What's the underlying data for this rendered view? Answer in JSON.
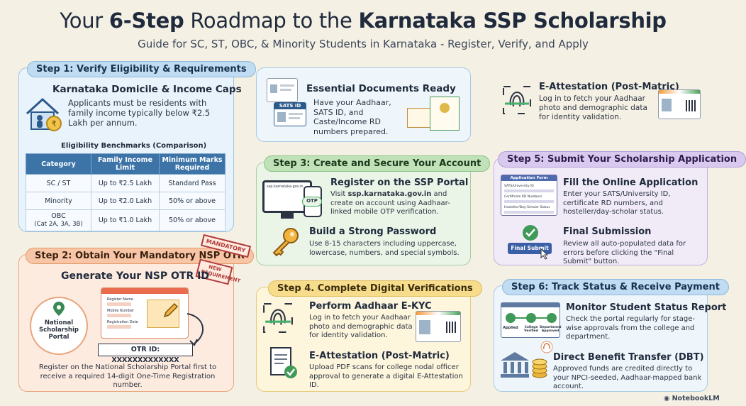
{
  "header": {
    "title_pre": "Your ",
    "title_b1": "6-Step",
    "title_mid": " Roadmap to the ",
    "title_b2": "Karnataka SSP Scholarship",
    "subtitle": "Guide for SC, ST, OBC, & Minority Students in Karnataka - Register, Verify, and Apply"
  },
  "step1": {
    "pill": "Step 1: Verify Eligibility & Requirements",
    "heading": "Karnataka Domicile & Income Caps",
    "text": "Applicants must be residents with family income typically below ₹2.5 Lakh per annum.",
    "table_title": "Eligibility Benchmarks (Comparison)",
    "table_headers": [
      "Category",
      "Family Income Limit",
      "Minimum Marks Required"
    ],
    "rows": [
      {
        "category": "SC / ST",
        "income": "Up to ₹2.5 Lakh",
        "marks": "Standard Pass"
      },
      {
        "category": "Minority",
        "income": "Up to ₹2.0 Lakh",
        "marks": "50% or above"
      },
      {
        "category": "OBC",
        "category_sub": "(Cat 2A, 3A, 3B)",
        "income": "Up to ₹1.0 Lakh",
        "marks": "50% or above"
      }
    ]
  },
  "step2": {
    "pill": "Step 2: Obtain Your Mandatory NSP OTR",
    "stamp1": "MANDATORY",
    "stamp2": "NEW REQUIREMENT",
    "heading": "Generate Your NSP OTR ID",
    "portal_label": "National Scholarship Portal",
    "otr_id": "OTR ID: XXXXXXXXXXXXX",
    "form_fields": [
      "Register Name",
      "Mobile Number",
      "Registration Date"
    ],
    "text": "Register on the National Scholarship Portal first to receive a required 14-digit One-Time Registration number."
  },
  "docs": {
    "heading": "Essential Documents Ready",
    "text": "Have your Aadhaar, SATS ID, and Caste/Income RD numbers prepared.",
    "sats_label": "SATS ID"
  },
  "eatt_top": {
    "heading": "E-Attestation (Post-Matric)",
    "text": "Log in to fetch your Aadhaar photo and demographic data for identity validation."
  },
  "step3": {
    "pill": "Step 3: Create and Secure Your Account",
    "url": "ssp.karnataka.gov.in",
    "otp": "OTP",
    "h1": "Register on the SSP Portal",
    "t1_pre": "Visit ",
    "t1_link": "ssp.karnataka.gov.in",
    "t1_post": " and create on account using Aadhaar-linked mobile OTP verification.",
    "h2": "Build a Strong Password",
    "t2": "Use 8-15 characters including uppercase, lowercase, numbers, and special symbols."
  },
  "step4": {
    "pill": "Step 4. Complete Digital Verifications",
    "h1": "Perform Aadhaar E-KYC",
    "t1": "Log in to fetch your Aadhaar photo and demographic data for identity validation.",
    "h2": "E-Attestation (Post-Matric)",
    "t2": "Upload PDF scans for college nodal officer approval to generate a digital E-Attestation ID."
  },
  "step5": {
    "pill": "Step 5: Submit Your Scholarship Application",
    "form_title": "Application Form",
    "form_fields": [
      "SATS/University ID",
      "Certificate RD Numbers",
      "Hosteller/Day-Scholar Status"
    ],
    "h1": "Fill the Online Application",
    "t1": "Enter your SATS/University ID, certificate RD numbers, and hosteller/day-scholar status.",
    "button": "Final Submit",
    "h2": "Final Submission",
    "t2": "Review all auto-populated data for errors before clicking the \"Final Submit\" button."
  },
  "step6": {
    "pill": "Step 6: Track Status & Receive Payment",
    "tracker": [
      "Applied",
      "College Verified",
      "Department Approved"
    ],
    "h1": "Monitor Student Status Report",
    "t1": "Check the portal regularly for stage-wise approvals from the college and department.",
    "h2": "Direct Benefit Transfer (DBT)",
    "t2": "Approved funds are credited directly to your NPCI-seeded, Aadhaar-mapped bank account."
  },
  "footer": {
    "brand": "NotebookLM"
  }
}
